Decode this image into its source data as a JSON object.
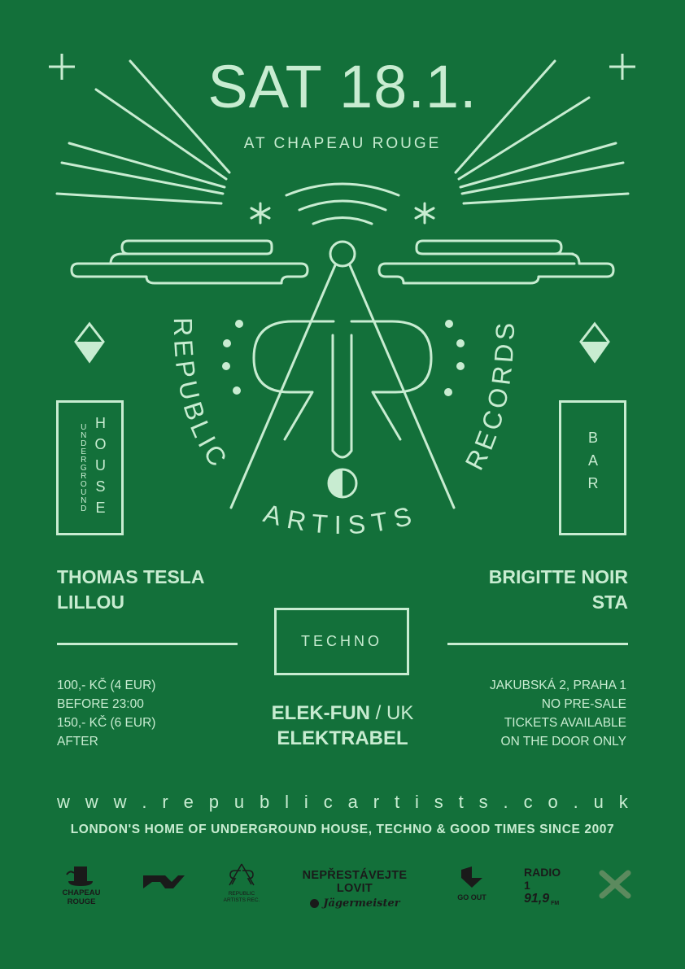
{
  "event": {
    "date": "SAT 18.1.",
    "venue": "AT CHAPEAU ROUGE"
  },
  "logo": {
    "arc_left": "REPUBLIC",
    "arc_right": "RECORDS",
    "arc_bottom": "ARTISTS"
  },
  "rooms": {
    "left": {
      "small": "UNDERGROUND",
      "big": "HOUSE"
    },
    "right": {
      "label": "BAR"
    },
    "center": {
      "label": "TECHNO"
    }
  },
  "lineup": {
    "left": [
      "THOMAS TESLA",
      "LILLOU"
    ],
    "right": [
      "BRIGITTE NOIR",
      "STA"
    ],
    "headliner": {
      "name": "ELEK-FUN",
      "origin": " / UK"
    },
    "second": "ELEKTRABEL"
  },
  "prices": [
    "100,- KČ (4 EUR)",
    "BEFORE 23:00",
    "150,- KČ (6 EUR)",
    "AFTER"
  ],
  "address": [
    "JAKUBSKÁ 2, PRAHA 1",
    "NO PRE-SALE",
    "TICKETS AVAILABLE",
    "ON THE DOOR ONLY"
  ],
  "website": "www.republicartists.co.uk",
  "tagline": "LONDON'S HOME OF UNDERGROUND HOUSE, TECHNO & GOOD TIMES SINCE 2007",
  "sponsors": {
    "chapeau": "CHAPEAU ROUGE",
    "ra_small": "REPUBLIC\nARTISTS REC.",
    "lovit": "NEPŘESTÁVEJTE LOVIT",
    "jager": "Jägermeister",
    "goout": "GO OUT",
    "radio": "RADIO 1",
    "radio_freq": "91,9",
    "radio_unit": "FM"
  },
  "colors": {
    "background": "#13703a",
    "ink": "#c8ecd1",
    "logo_ink": "#1a1a1a"
  },
  "icons": [
    "plus-icon",
    "asterisk-icon",
    "wifi-arcs-icon",
    "cloud-icon",
    "diamond-icon",
    "half-moon-icon",
    "top-hat-icon",
    "x-cross-icon"
  ]
}
